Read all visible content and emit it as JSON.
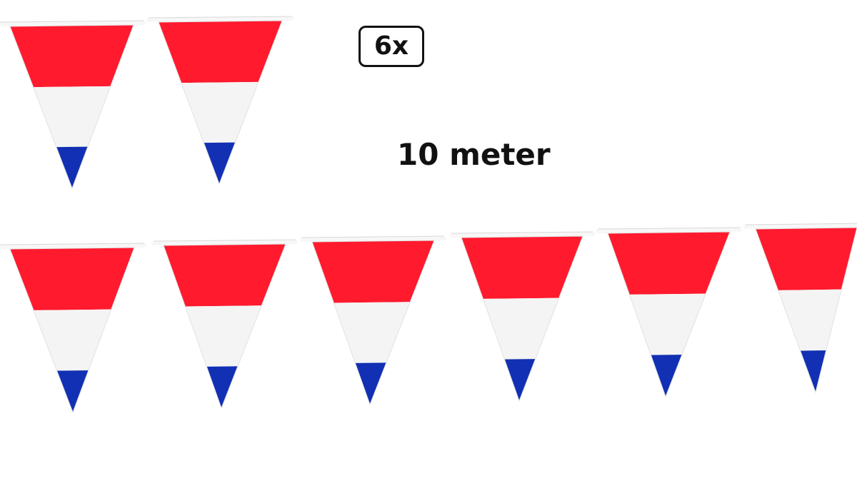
{
  "product": {
    "quantity_label": "6x",
    "length_label": "10 meter"
  },
  "flag": {
    "colors": {
      "top": "#ff1a2e",
      "middle": "#f4f4f4",
      "bottom": "#1230b4",
      "rope": "#f7f7f7"
    },
    "stripe_names": [
      "red",
      "white",
      "blue"
    ]
  },
  "bunting": {
    "rows": [
      {
        "name": "top-row",
        "pennant_count": 2
      },
      {
        "name": "bottom-row",
        "pennant_count": 6
      }
    ]
  }
}
